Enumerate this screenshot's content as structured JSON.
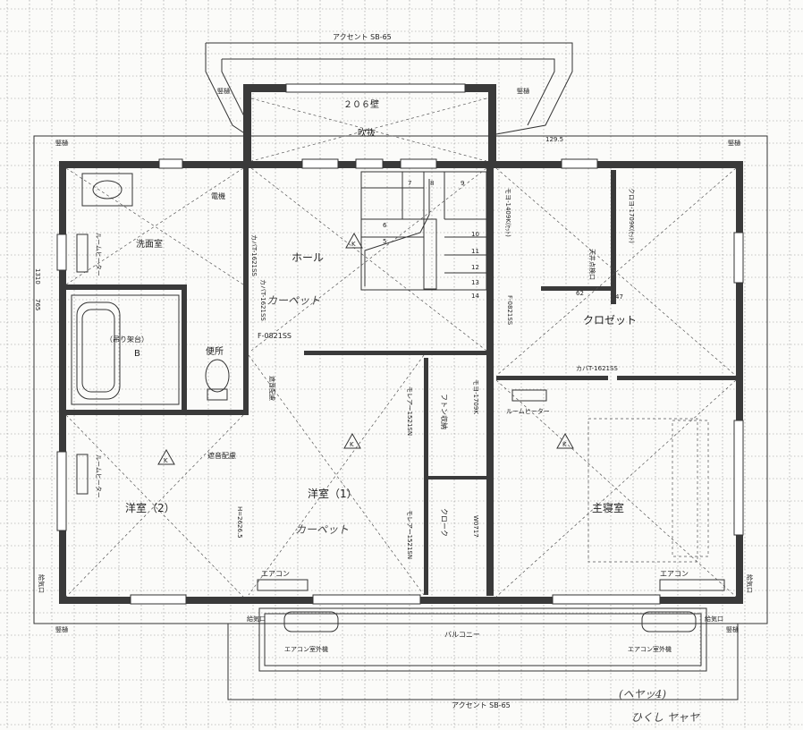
{
  "labels": {
    "accent_top": "アクセント SB-65",
    "accent_bottom": "アクセント SB-65",
    "wall_206": "２０６壁",
    "fukinuke": "吹抜",
    "tatedoi_1": "竪樋",
    "tatedoi_2": "竪樋",
    "tatedoi_3": "竪樋",
    "tatedoi_4": "竪樋",
    "tatedoi_5": "竪樋",
    "tatedoi_6": "竪樋",
    "dim_1295": "129.5",
    "senmenjo": "洗面室",
    "denki": "電機",
    "hall": "ホール",
    "carpet_hall": "カーペット",
    "room_heater_1": "ルームヒーター",
    "room_heater_2": "ルームヒーター",
    "room_heater_3": "ルームヒーター",
    "bath": "（吊り架台）",
    "bath_b": "B",
    "benjo": "便所",
    "door_f0821ss": "F-0821SS",
    "door_cover_1": "カバT-1621SS",
    "door_cover_2": "カバT-1621SS",
    "door_cover_3": "カバT-1621SS",
    "soundproof_1": "遮音配慮",
    "soundproof_2": "遮音配慮",
    "youshitsu_2": "洋室（2）",
    "youshitsu_1": "洋室（1）",
    "carpet_youshitsu1": "カーペット",
    "closet": "クロゼット",
    "tenjo_kenten": "天井点検口",
    "shushin": "主寝室",
    "futon": "フトン収納",
    "cloak": "クローク",
    "moeru_1": "モレアー1521SN",
    "moeru_2": "モレアー1521SN",
    "mo_1709k": "モヨ-1709K",
    "mo_1409k": "モヨ-1409K(ｾｯﾄ)",
    "kuro_1709k": "クロヨ-1709K(ｾｯﾄ)",
    "w0717": "W0717",
    "dim_1310": "1310",
    "dim_765": "765",
    "dim_2626": "H=2626.5",
    "dim_62": "62",
    "dim_47": "47",
    "aircon_1": "エアコン",
    "aircon_2": "エアコン",
    "aircon_out_1": "エアコン室外機",
    "aircon_out_2": "エアコン室外機",
    "kyuuki_1": "給気口",
    "kyuuki_2": "給気口",
    "kyuuki_3": "給気口",
    "kyuuki_4": "給気口",
    "balcony": "バルコニー",
    "stair_numbers": [
      "5",
      "6",
      "7",
      "8",
      "9",
      "10",
      "11",
      "12",
      "13",
      "14"
    ],
    "k_mark": "K",
    "hw_bottom_right": "(ヘヤッ4)",
    "hw_bottom": "ひくし ヤャヤ"
  },
  "colors": {
    "wall": "#3a3a3a",
    "paper": "#fbfbf9",
    "grid": "#8f8f8f"
  }
}
